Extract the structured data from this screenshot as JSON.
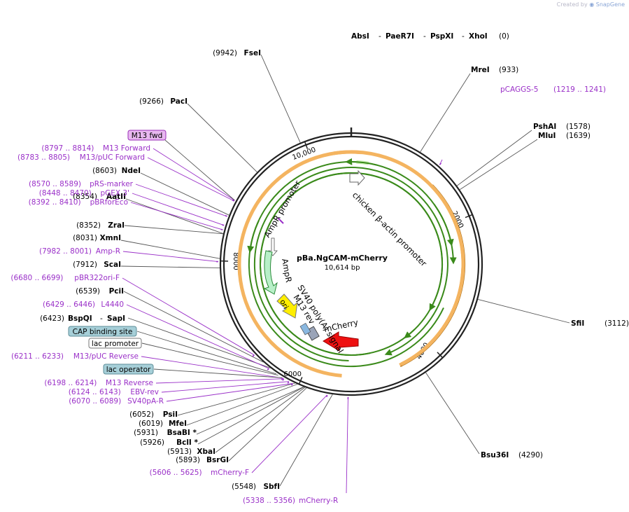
{
  "watermark": {
    "created_by": "Created by",
    "brand": "SnapGene"
  },
  "plasmid": {
    "name": "pBa.NgCAM-mCherry",
    "length_label": "10,614 bp",
    "length": 10614
  },
  "ticks": [
    {
      "label": "10,000",
      "pos": 10000
    },
    {
      "label": "2000",
      "pos": 2000
    },
    {
      "label": "4000",
      "pos": 4000
    },
    {
      "label": "6000",
      "pos": 6000
    },
    {
      "label": "8000",
      "pos": 8000
    }
  ],
  "enzymes": [
    {
      "name": "AbsI",
      "site": 0
    },
    {
      "name": "MreI",
      "site": 933
    },
    {
      "name": "PshAI",
      "site": 1578
    },
    {
      "name": "MluI",
      "site": 1639
    },
    {
      "name": "SfiI",
      "site": 3112
    },
    {
      "name": "Bsu36I",
      "site": 4290
    },
    {
      "name": "SbfI",
      "site": 5548
    },
    {
      "name": "BsrGI",
      "site": 5893
    },
    {
      "name": "XbaI",
      "site": 5913
    },
    {
      "name": "BclI *",
      "site": 5926
    },
    {
      "name": "BsaBI *",
      "site": 5931
    },
    {
      "name": "MfeI",
      "site": 6019
    },
    {
      "name": "PsiI",
      "site": 6052
    },
    {
      "name": "BspQI",
      "site": 6423
    },
    {
      "name": "SapI",
      "site": 6423
    },
    {
      "name": "PciI",
      "site": 6539
    },
    {
      "name": "ScaI",
      "site": 7912
    },
    {
      "name": "XmnI",
      "site": 8031
    },
    {
      "name": "ZraI",
      "site": 8352
    },
    {
      "name": "AatII",
      "site": 8354
    },
    {
      "name": "NdeI",
      "site": 8603
    },
    {
      "name": "PacI",
      "site": 9266
    },
    {
      "name": "FseI",
      "site": 9942
    }
  ],
  "top_label": {
    "names": [
      "AbsI",
      "PaeR7I",
      "PspXI",
      "XhoI"
    ],
    "position": "(0)"
  },
  "primers": [
    {
      "name": "pCAGGS-5",
      "range": "(1219 .. 1241)"
    },
    {
      "name": "M13 Forward",
      "range": "(8797 .. 8814)"
    },
    {
      "name": "M13/pUC Forward",
      "range": "(8783 .. 8805)"
    },
    {
      "name": "pRS-marker",
      "range": "(8570 .. 8589)"
    },
    {
      "name": "pGEX 3'",
      "range": "(8448 .. 8470)"
    },
    {
      "name": "pBRforEco",
      "range": "(8392 .. 8410)"
    },
    {
      "name": "Amp-R",
      "range": "(7982 .. 8001)"
    },
    {
      "name": "pBR322ori-F",
      "range": "(6680 .. 6699)"
    },
    {
      "name": "L4440",
      "range": "(6429 .. 6446)"
    },
    {
      "name": "M13/pUC Reverse",
      "range": "(6211 .. 6233)"
    },
    {
      "name": "M13 Reverse",
      "range": "(6198 .. 6214)"
    },
    {
      "name": "EBV-rev",
      "range": "(6124 .. 6143)"
    },
    {
      "name": "SV40pA-R",
      "range": "(6070 .. 6089)"
    },
    {
      "name": "mCherry-F",
      "range": "(5606 .. 5625)"
    },
    {
      "name": "mCherry-R",
      "range": "(5338 .. 5356)"
    }
  ],
  "boxed_features": [
    {
      "name": "M13 fwd",
      "color": "#e8b8f0",
      "border": "#9a30b8"
    },
    {
      "name": "CAP binding site",
      "color": "#a6cfd8",
      "border": "#5e8e98"
    },
    {
      "name": "lac promoter",
      "color": "#ffffff",
      "border": "#777777"
    },
    {
      "name": "lac operator",
      "color": "#a6cfd8",
      "border": "#5e8e98"
    }
  ],
  "feature_labels": {
    "chicken_actin": "chicken β-actin promoter",
    "ampr_promoter": "AmpR promoter",
    "ampr": "AmpR",
    "ori": "ori",
    "sv40": "SV40 poly(A) signal",
    "m13rev": "M13 rev",
    "mcherry": "mCherry"
  },
  "colors": {
    "enzyme_text": "#000000",
    "primer_text": "#9a30c8",
    "backbone": "#222222",
    "orange_feature": "#f4b460",
    "green_arrow": "#3a8a1a",
    "ampr_fill": "#b8f0c8",
    "ori_fill": "#ffee00",
    "mcherry_fill": "#ee1111"
  }
}
